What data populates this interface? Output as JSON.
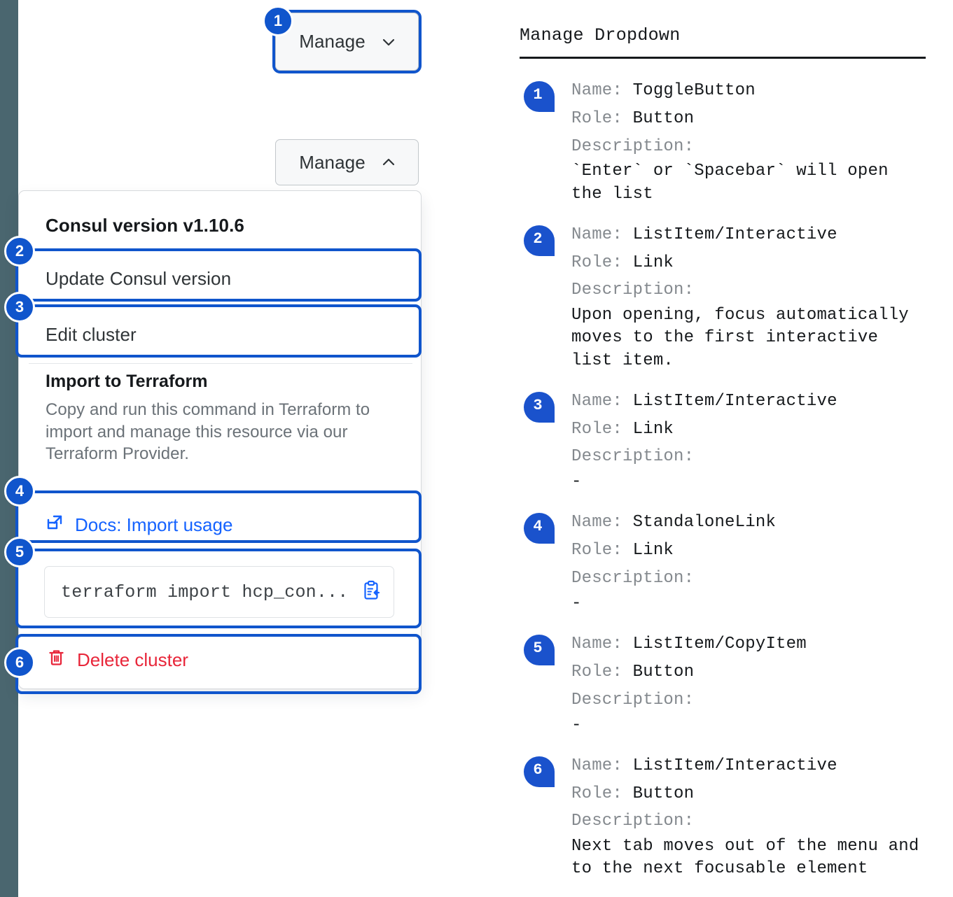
{
  "rail": {
    "color": "#4a666f"
  },
  "accent": {
    "blue": "#1055cc",
    "link": "#1563ff",
    "danger": "#e8263a"
  },
  "demo": {
    "toggle_closed": {
      "label": "Manage",
      "icon": "chevron-down-icon"
    },
    "toggle_open": {
      "label": "Manage",
      "icon": "chevron-up-icon"
    },
    "dropdown": {
      "header": "Consul version v1.10.6",
      "items": [
        {
          "label": "Update Consul version"
        },
        {
          "label": "Edit cluster"
        }
      ],
      "terraform": {
        "title": "Import to Terraform",
        "description": "Copy and run this command in Terraform to import and manage this resource via our Terraform Provider.",
        "docs_link": {
          "label": "Docs: Import usage",
          "icon": "docs-external-link-icon"
        },
        "command": "terraform import hcp_con...",
        "copy_icon": "copy-to-clipboard-icon"
      },
      "delete": {
        "label": "Delete cluster",
        "icon": "trash-icon"
      }
    },
    "markers": [
      "1",
      "2",
      "3",
      "4",
      "5",
      "6"
    ]
  },
  "legend": {
    "title": "Manage Dropdown",
    "labels": {
      "name": "Name:",
      "role": "Role:",
      "description": "Description:"
    },
    "entries": [
      {
        "marker": "1",
        "name": "ToggleButton",
        "role": "Button",
        "description": "`Enter` or `Spacebar` will open\nthe list"
      },
      {
        "marker": "2",
        "name": "ListItem/Interactive",
        "role": "Link",
        "description": "Upon opening, focus automatically\nmoves to the first interactive\nlist item."
      },
      {
        "marker": "3",
        "name": "ListItem/Interactive",
        "role": "Link",
        "description": "-"
      },
      {
        "marker": "4",
        "name": "StandaloneLink",
        "role": "Link",
        "description": "-"
      },
      {
        "marker": "5",
        "name": "ListItem/CopyItem",
        "role": "Button",
        "description": "-"
      },
      {
        "marker": "6",
        "name": "ListItem/Interactive",
        "role": "Button",
        "description": "Next tab moves out of the menu and\nto the next focusable element"
      }
    ]
  }
}
